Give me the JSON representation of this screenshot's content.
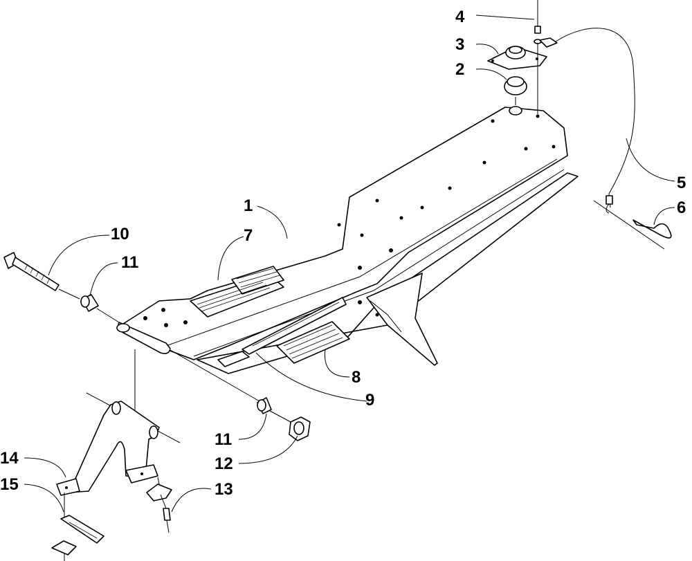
{
  "colors": {
    "line": "#000000",
    "background": "#ffffff"
  },
  "callouts": [
    {
      "id": "c1",
      "label": "1"
    },
    {
      "id": "c2",
      "label": "2"
    },
    {
      "id": "c3",
      "label": "3"
    },
    {
      "id": "c4",
      "label": "4"
    },
    {
      "id": "c5",
      "label": "5"
    },
    {
      "id": "c6",
      "label": "6"
    },
    {
      "id": "c7",
      "label": "7"
    },
    {
      "id": "c8",
      "label": "8"
    },
    {
      "id": "c9",
      "label": "9"
    },
    {
      "id": "c10",
      "label": "10"
    },
    {
      "id": "c11a",
      "label": "11"
    },
    {
      "id": "c11b",
      "label": "11"
    },
    {
      "id": "c12",
      "label": "12"
    },
    {
      "id": "c13",
      "label": "13"
    },
    {
      "id": "c14",
      "label": "14"
    },
    {
      "id": "c15",
      "label": "15"
    }
  ]
}
